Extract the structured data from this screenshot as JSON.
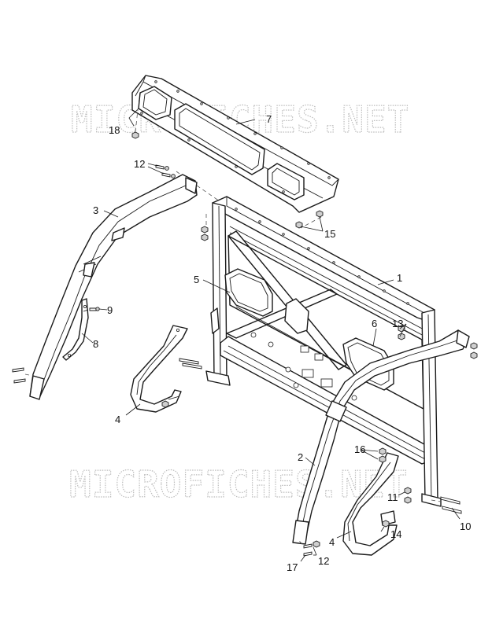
{
  "watermark": {
    "top": "MICROFICHES.NET",
    "bottom": "MICROFICHES.NET"
  },
  "callouts": {
    "c1": "1",
    "c2": "2",
    "c3": "3",
    "c4a": "4",
    "c4b": "4",
    "c5": "5",
    "c6": "6",
    "c7": "7",
    "c8": "8",
    "c9": "9",
    "c10": "10",
    "c11": "11",
    "c12a": "12",
    "c12b": "12",
    "c13": "13",
    "c14": "14",
    "c15": "15",
    "c16": "16",
    "c17": "17",
    "c18": "18"
  },
  "colors": {
    "line": "#1a1a1a",
    "watermark": "#bdbdbd",
    "background": "#ffffff"
  }
}
